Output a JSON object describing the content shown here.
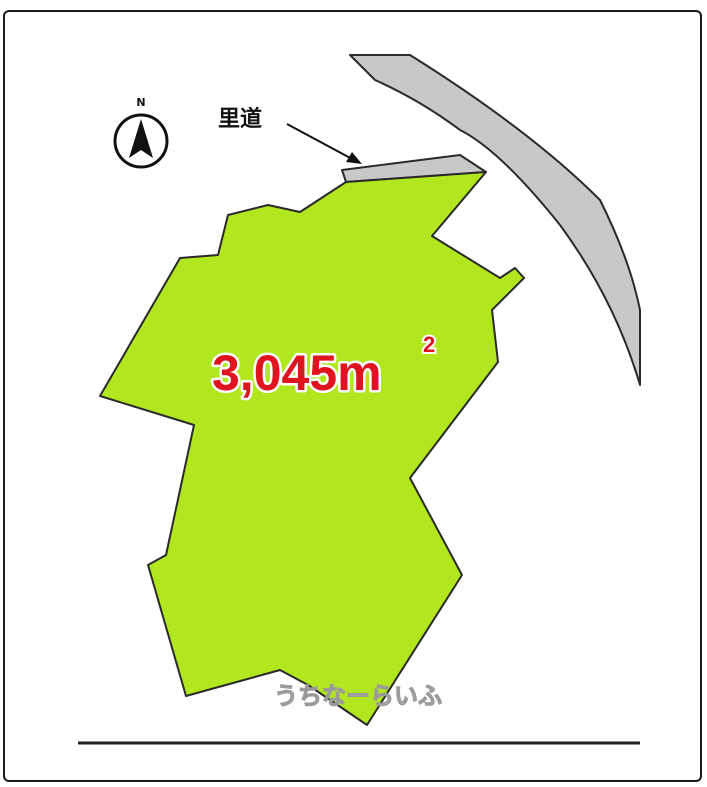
{
  "map": {
    "north_label": "N",
    "road_label": "里道",
    "area_value": "3,045",
    "area_unit": "m",
    "area_unit_sup": "2",
    "watermark": "うちなーらいふ"
  },
  "colors": {
    "parcel_fill": "#b2e61f",
    "parcel_stroke": "#2a2a2a",
    "road_fill": "#c8c8c8",
    "road_stroke": "#2a2a2a",
    "area_text": "#e0141e",
    "area_text_outline": "#ffffff",
    "frame": "#1a1a1a",
    "baseline": "#222222"
  },
  "icons": {
    "compass": "north-arrow-icon",
    "pointer": "arrow-pointer-icon"
  }
}
